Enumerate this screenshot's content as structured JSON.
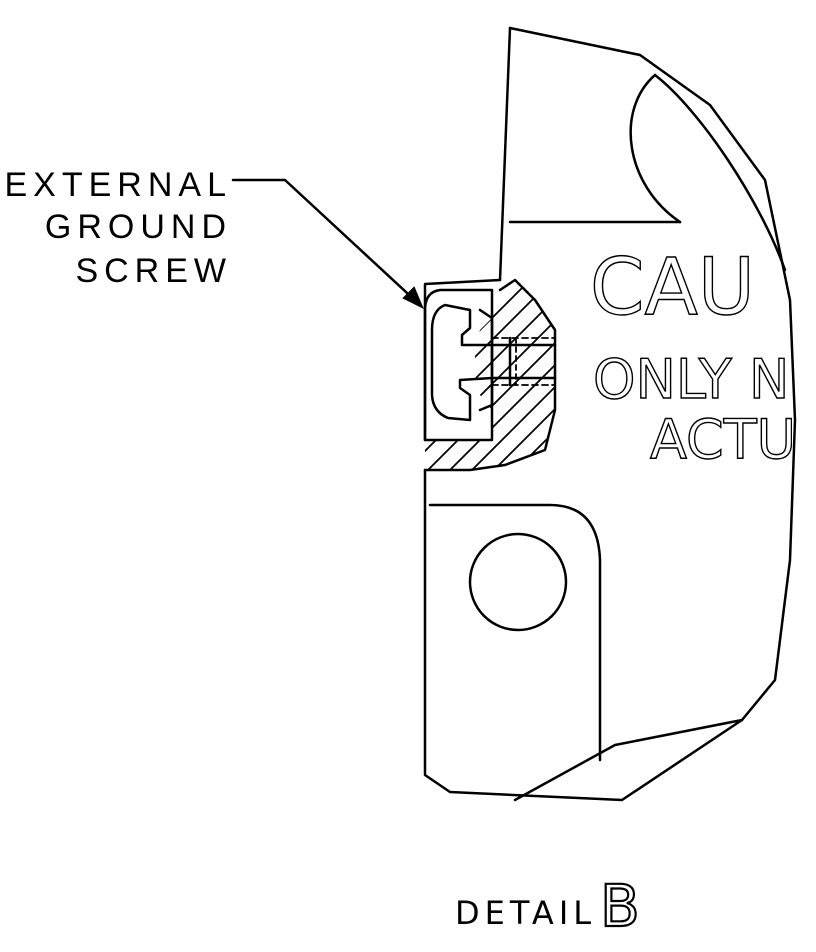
{
  "callout": {
    "line1": "EXTERNAL",
    "line2": "GROUND",
    "line3": "SCREW"
  },
  "label": {
    "line1": "CAU",
    "line2": "ONLY N",
    "line3": "ACTU"
  },
  "detail": {
    "word": "DETAIL",
    "letter": "B"
  }
}
